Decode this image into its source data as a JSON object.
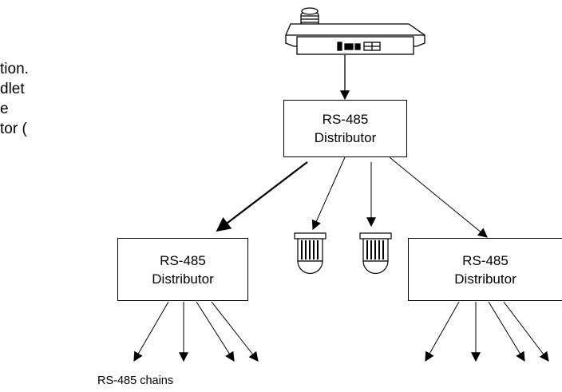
{
  "left_text": [
    "tion.",
    "dlet",
    "e",
    "tor ("
  ],
  "distributor_top": {
    "line1": "RS-485",
    "line2": "Distributor"
  },
  "distributor_left": {
    "line1": "RS-485",
    "line2": "Distributor"
  },
  "distributor_right": {
    "line1": "RS-485",
    "line2": "Distributor"
  },
  "caption": "RS-485 chains",
  "icons": {
    "keyboard": "control-keyboard-icon",
    "camera": "dome-camera-icon"
  }
}
